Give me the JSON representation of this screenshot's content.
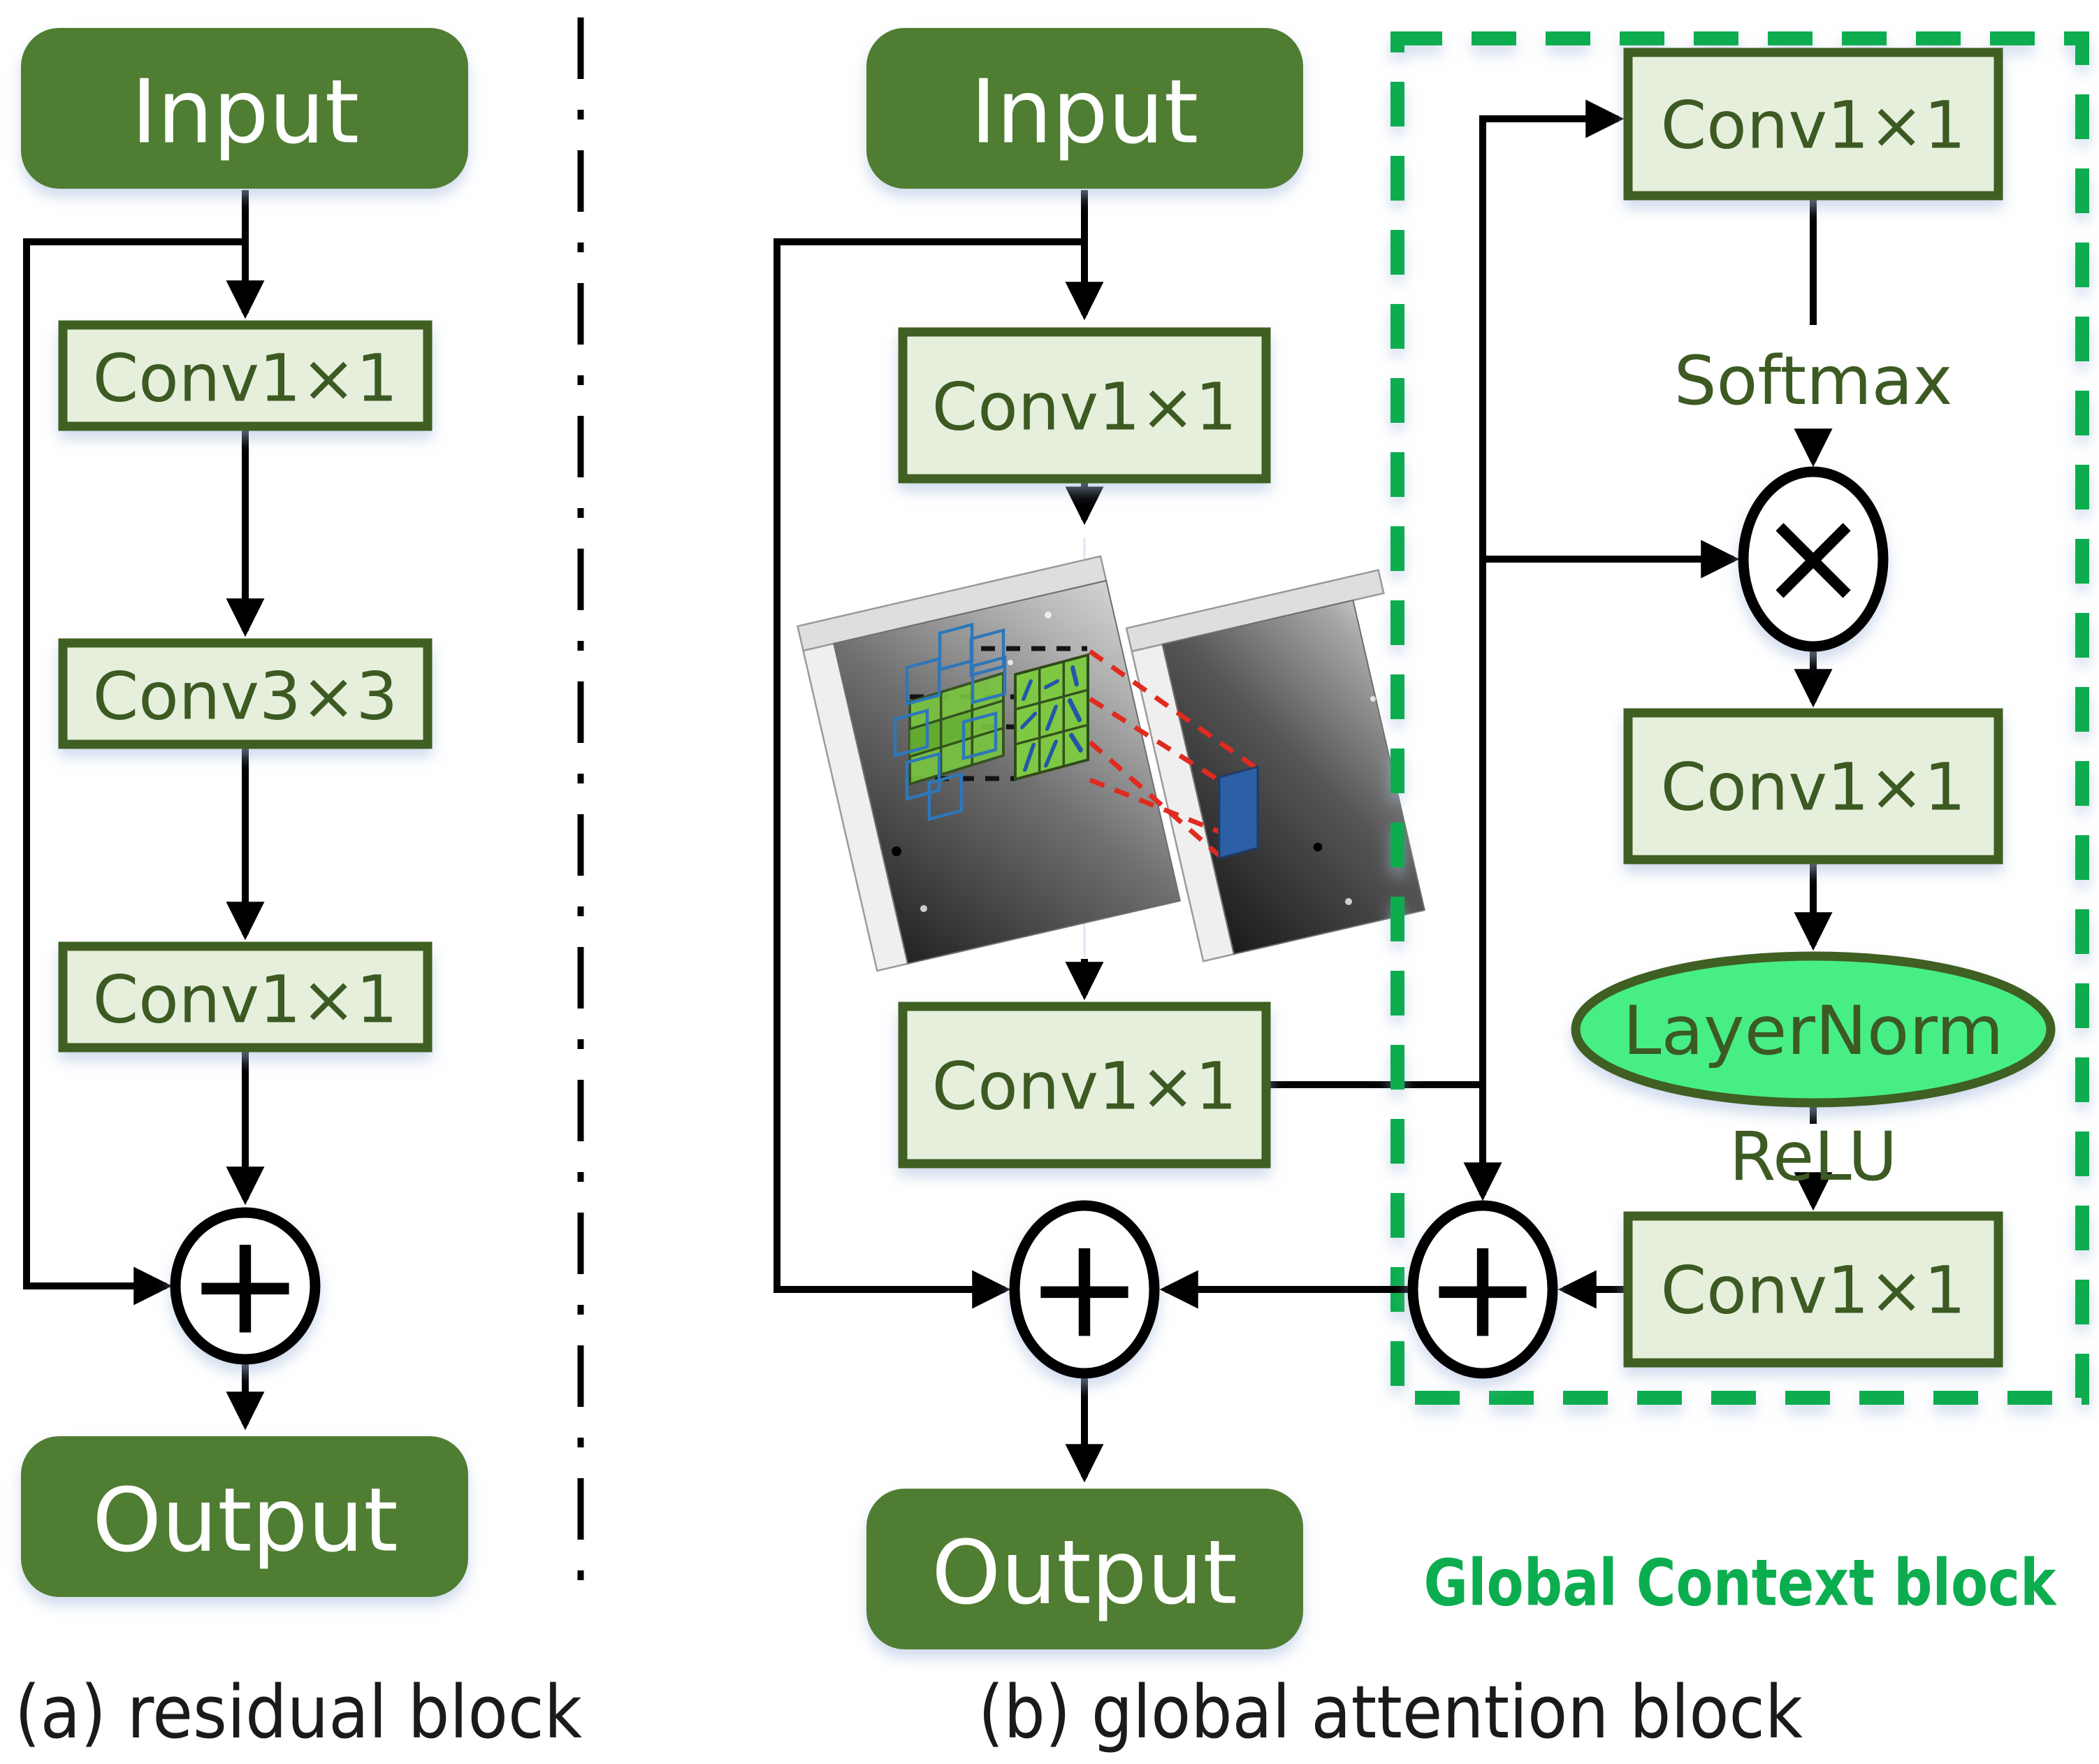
{
  "figure": {
    "panel_a": {
      "caption": "(a) residual block",
      "input_label": "Input",
      "conv1_label": "Conv1×1",
      "conv2_label": "Conv3×3",
      "conv3_label": "Conv1×1",
      "add_operator": "+",
      "output_label": "Output"
    },
    "panel_b": {
      "caption": "(b) global attention block",
      "input_label": "Input",
      "conv_before_label": "Conv1×1",
      "conv_after_label": "Conv1×1",
      "add_operator": "+",
      "output_label": "Output"
    },
    "global_context": {
      "title": "Global Context block",
      "conv_attention_label": "Conv1×1",
      "softmax_label": "Softmax",
      "multiply_operator": "×",
      "conv_transform_label": "Conv1×1",
      "layernorm_label": "LayerNorm",
      "relu_label": "ReLU",
      "conv_output_label": "Conv1×1",
      "add_operator": "+"
    },
    "colors": {
      "node_green": "#4f7d33",
      "box_fill": "#e6efdc",
      "box_border": "#3f5e22",
      "box_text": "#3c5a22",
      "layernorm_fill": "#47ee86",
      "gc_green": "#0cad4f",
      "line_black": "#000000",
      "caption_color": "#1a1a1a",
      "red_dash": "#e02b20",
      "anchor_blue": "#2d77b9",
      "patch_blue": "#2d5fa6",
      "grid_green": "#7ec843"
    }
  }
}
